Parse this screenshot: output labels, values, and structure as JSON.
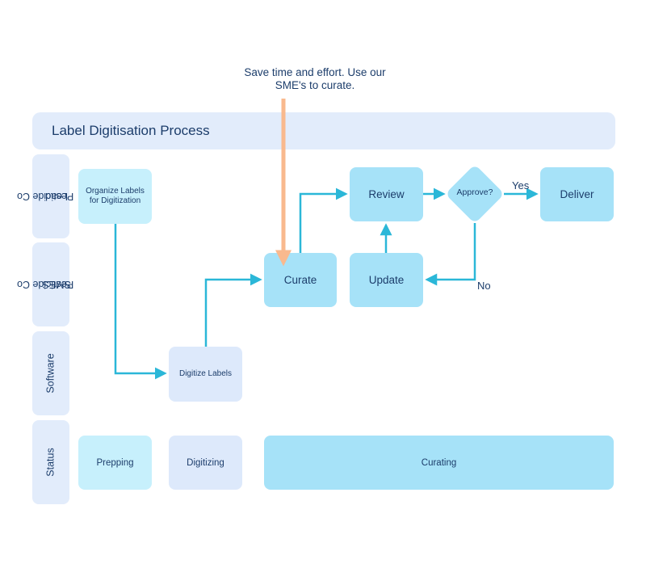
{
  "callout": {
    "line1": "Save time and effort. Use our",
    "line2": "SME's to curate."
  },
  "title": "Label Digitisation Process",
  "lanes": {
    "lead": {
      "line1": "Pesticide Co",
      "line2": "Lead"
    },
    "smes": {
      "line1": "Pesticide Co",
      "line2": "SMES"
    },
    "software": "Software",
    "status": "Status"
  },
  "nodes": {
    "organize": {
      "line1": "Organize Labels",
      "line2": "for Digitization"
    },
    "digitize": "Digitize Labels",
    "curate": "Curate",
    "review": "Review",
    "approve": "Approve?",
    "deliver": "Deliver",
    "update": "Update"
  },
  "edges": {
    "yes": "Yes",
    "no": "No"
  },
  "status": {
    "prepping": "Prepping",
    "digitizing": "Digitizing",
    "curating": "Curating"
  },
  "colors": {
    "connector": "#2bb7d8",
    "callout_arrow": "#f9b98e",
    "text": "#1c3d6b",
    "lane_bg": "#e2ecfb",
    "box_light": "#c7f0fc",
    "box_blue": "#a6e2f8"
  }
}
